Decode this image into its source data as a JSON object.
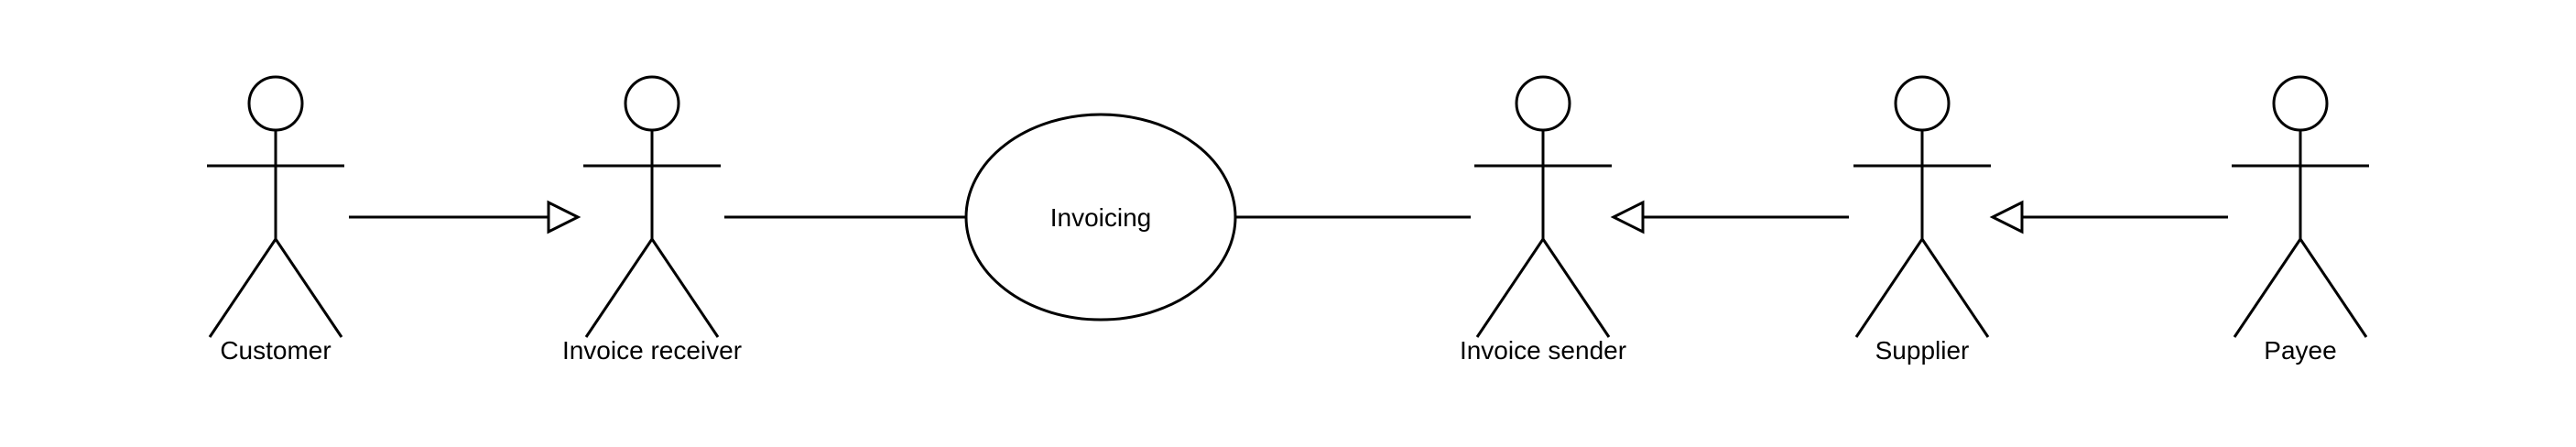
{
  "diagram": {
    "type": "uml-use-case",
    "use_case": {
      "label": "Invoicing"
    },
    "actors": [
      {
        "label": "Customer"
      },
      {
        "label": "Invoice receiver"
      },
      {
        "label": "Invoice sender"
      },
      {
        "label": "Supplier"
      },
      {
        "label": "Payee"
      }
    ],
    "edges": [
      {
        "from": "Customer",
        "to": "Invoice receiver",
        "type": "generalization-open-arrow"
      },
      {
        "from": "Invoice receiver",
        "to": "Invoicing",
        "type": "association"
      },
      {
        "from": "Invoicing",
        "to": "Invoice sender",
        "type": "association"
      },
      {
        "from": "Supplier",
        "to": "Invoice sender",
        "type": "generalization-open-arrow"
      },
      {
        "from": "Payee",
        "to": "Supplier",
        "type": "generalization-open-arrow"
      }
    ],
    "colors": {
      "stroke": "#000000",
      "background": "#ffffff",
      "arrow_fill": "#ffffff"
    }
  }
}
